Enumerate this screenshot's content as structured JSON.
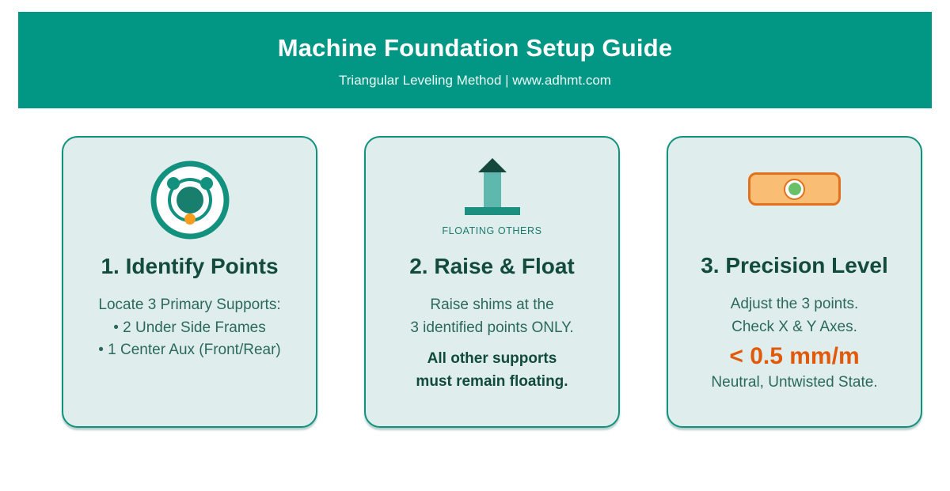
{
  "colors": {
    "banner_teal": "#029685",
    "card_background": "#dfeeec",
    "card_border": "#12917f",
    "dark_text": "#134a3e",
    "body_text": "#2b685e",
    "accent_orange": "#e2590a",
    "dot_orange": "#f59d1e",
    "level_fill": "#f9bd74",
    "level_border": "#e2711d",
    "bubble_green": "#6abf69",
    "arrow_shaft": "#5fb8ae",
    "arrow_head": "#14483c",
    "arrow_base": "#1b9080"
  },
  "header": {
    "title": "Machine Foundation Setup Guide",
    "subtitle": "Triangular Leveling Method | www.adhmt.com"
  },
  "cards": [
    {
      "title": "1. Identify Points",
      "lines": [
        "Locate 3 Primary Supports:",
        "• 2 Under Side Frames",
        "• 1 Center Aux (Front/Rear)"
      ]
    },
    {
      "title": "2. Raise & Float",
      "icon_caption": "FLOATING OTHERS",
      "lines": [
        "Raise shims at the",
        "3 identified points ONLY."
      ],
      "bold_lines": [
        "All other supports",
        "must remain floating."
      ]
    },
    {
      "title": "3. Precision Level",
      "lines": [
        "Adjust the 3 points.",
        "Check X & Y Axes."
      ],
      "highlight": "< 0.5 mm/m",
      "footer_line": "Neutral, Untwisted State."
    }
  ]
}
